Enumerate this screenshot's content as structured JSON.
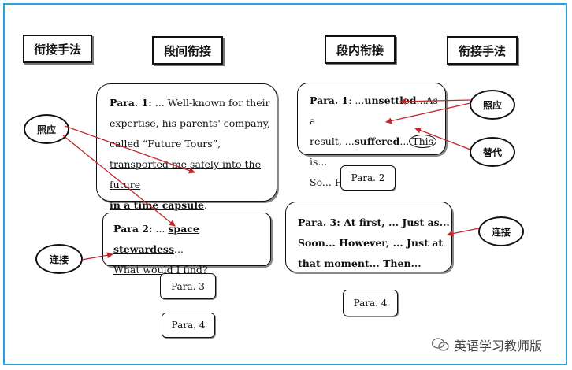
{
  "headers": {
    "left_method": "衔接手法",
    "inter_para": "段间衔接",
    "intra_para": "段内衔接",
    "right_method": "衔接手法"
  },
  "left": {
    "para1": {
      "label": "Para. 1:",
      "line1": " ... Well-known for their",
      "line2": "expertise, his parents' company,",
      "line3": "called “Future Tours”,",
      "line4": "transported me safely into the future",
      "line5": "in a time capsule",
      "line5_end": "."
    },
    "para2": {
      "label": "Para 2:",
      "pre": " ... ",
      "key": "space stewardess",
      "post": "...",
      "line2": "What would I find?"
    },
    "para3": "Para. 3",
    "para4": "Para. 4"
  },
  "right": {
    "para1": {
      "label": "Para. 1",
      "a": ": ...",
      "unsettled": "unsettled",
      "b": "...As a",
      "c": "result, ...",
      "suffered": "suffered",
      "d": "...",
      "this": "This",
      "e": " is...",
      "line3": "So... However..."
    },
    "para2": "Para. 2",
    "para3": {
      "line1": "Para. 3: At first, ...   Just as...",
      "line2": "Soon...   However, ...   Just at",
      "line3": "that moment...   Then..."
    },
    "para4": "Para. 4"
  },
  "bubbles": {
    "left_zhaoying": "照应",
    "left_lianjie": "连接",
    "right_zhaoying": "照应",
    "right_tidai": "替代",
    "right_lianjie": "连接"
  },
  "watermark": "英语学习教师版",
  "colors": {
    "arrow": "#c0282d",
    "frame": "#2e9fd8"
  }
}
